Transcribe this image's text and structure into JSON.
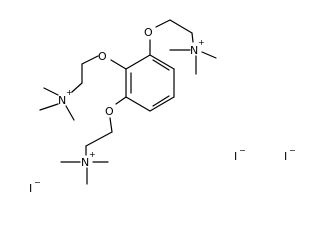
{
  "molecule": {
    "atoms": {
      "o_top": "O",
      "o_left": "O",
      "o_bottom": "O",
      "n_right": "N",
      "n_left": "N",
      "n_bottom": "N",
      "charge_n_right": "+",
      "charge_n_left": "+",
      "charge_n_bottom": "+"
    },
    "counterions": [
      {
        "label": "I",
        "charge": "−"
      },
      {
        "label": "I",
        "charge": "−"
      },
      {
        "label": "I",
        "charge": "−"
      }
    ]
  }
}
